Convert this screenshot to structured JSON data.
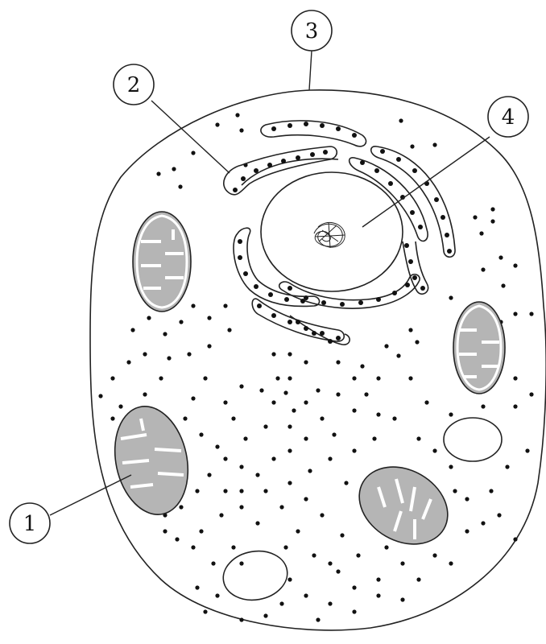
{
  "labels": [
    {
      "id": "label-1",
      "text": "1"
    },
    {
      "id": "label-2",
      "text": "2"
    },
    {
      "id": "label-3",
      "text": "3"
    },
    {
      "id": "label-4",
      "text": "4"
    }
  ],
  "colors": {
    "line": "#222222",
    "mito_fill": "#b5b5b5",
    "background": "#ffffff"
  }
}
